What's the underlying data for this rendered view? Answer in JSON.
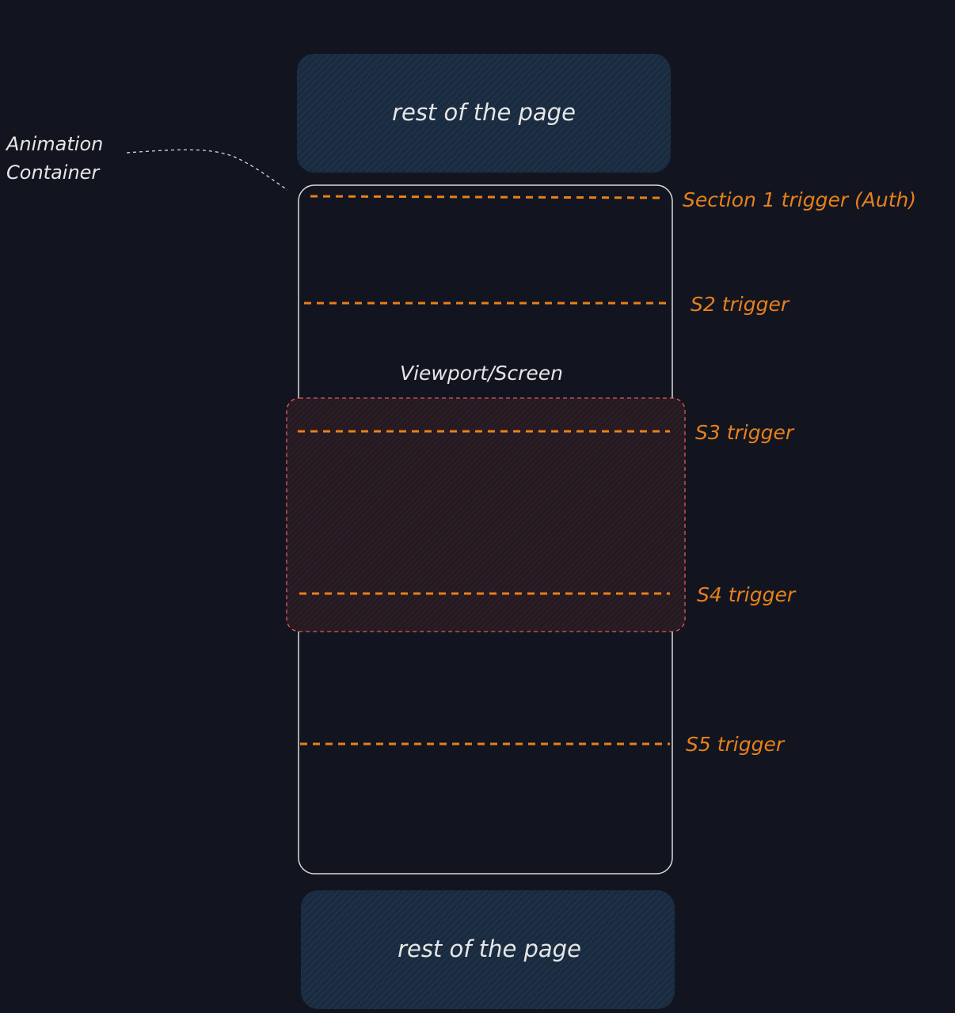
{
  "colors": {
    "background": "#121520",
    "block_fill": "#1a2b40",
    "block_hatch": "#21364f",
    "container_stroke": "#d9d9d9",
    "label_text": "#e6e6e6",
    "trigger": "#e8801a",
    "viewport_stroke": "#e05a5a",
    "viewport_fill": "#2a1a22",
    "viewport_hatch": "#4a2630"
  },
  "blocks": {
    "top_label": "rest of the page",
    "bottom_label": "rest of the page"
  },
  "container": {
    "label_line1": "Animation",
    "label_line2": "Container"
  },
  "viewport": {
    "label": "Viewport/Screen"
  },
  "triggers": {
    "s1": "Section 1 trigger (Auth)",
    "s2": "S2 trigger",
    "s3": "S3 trigger",
    "s4": "S4 trigger",
    "s5": "S5 trigger"
  }
}
